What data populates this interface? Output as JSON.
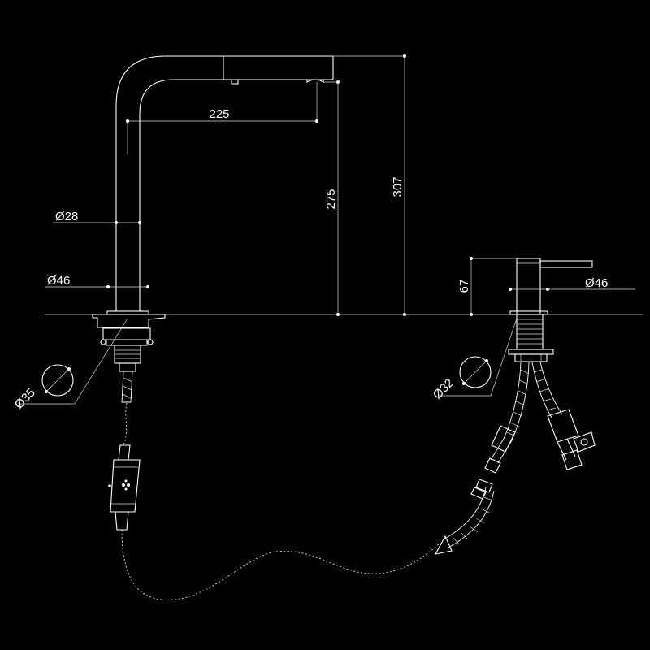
{
  "drawing": {
    "background": "#000000",
    "line_color": "#ffffff"
  },
  "dimensions": {
    "spout_reach": "225",
    "outlet_height": "275",
    "total_height": "307",
    "spout_tube_diameter": "Ø28",
    "spout_base_diameter": "Ø46",
    "spout_thread_diameter": "Ø35",
    "lever_height": "67",
    "lever_base_diameter": "Ø46",
    "lever_thread_diameter": "Ø32"
  }
}
